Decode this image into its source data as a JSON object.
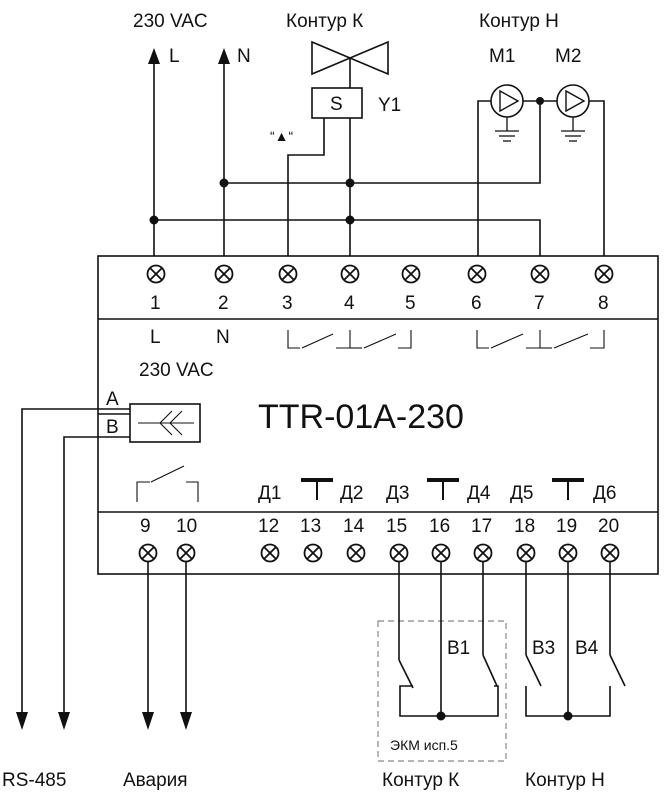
{
  "header": {
    "supply": "230 VAC",
    "line_l": "L",
    "line_n": "N",
    "circuit_k": "Контур К",
    "circuit_h": "Контур Н",
    "pump_m1": "M1",
    "pump_m2": "M2",
    "valve_y1": "Y1",
    "solenoid": "S",
    "arrow_note": "“▲“"
  },
  "device": {
    "model": "TTR-01A-230",
    "top_terminals": [
      "1",
      "2",
      "3",
      "4",
      "5",
      "6",
      "7",
      "8"
    ],
    "label_l": "L",
    "label_n": "N",
    "label_supply": "230 VAC",
    "rs_a": "A",
    "rs_b": "B",
    "inputs": [
      "Д1",
      "Д2",
      "Д3",
      "Д4",
      "Д5",
      "Д6"
    ],
    "bottom_terminals": [
      "9",
      "10",
      "12",
      "13",
      "14",
      "15",
      "16",
      "17",
      "18",
      "19",
      "20"
    ]
  },
  "sensors": {
    "b1": "B1",
    "b3": "B3",
    "b4": "B4",
    "ekm": "ЭКМ исп.5"
  },
  "footer": {
    "rs485": "RS-485",
    "alarm": "Авария",
    "circuit_k": "Контур К",
    "circuit_h": "Контур Н"
  }
}
